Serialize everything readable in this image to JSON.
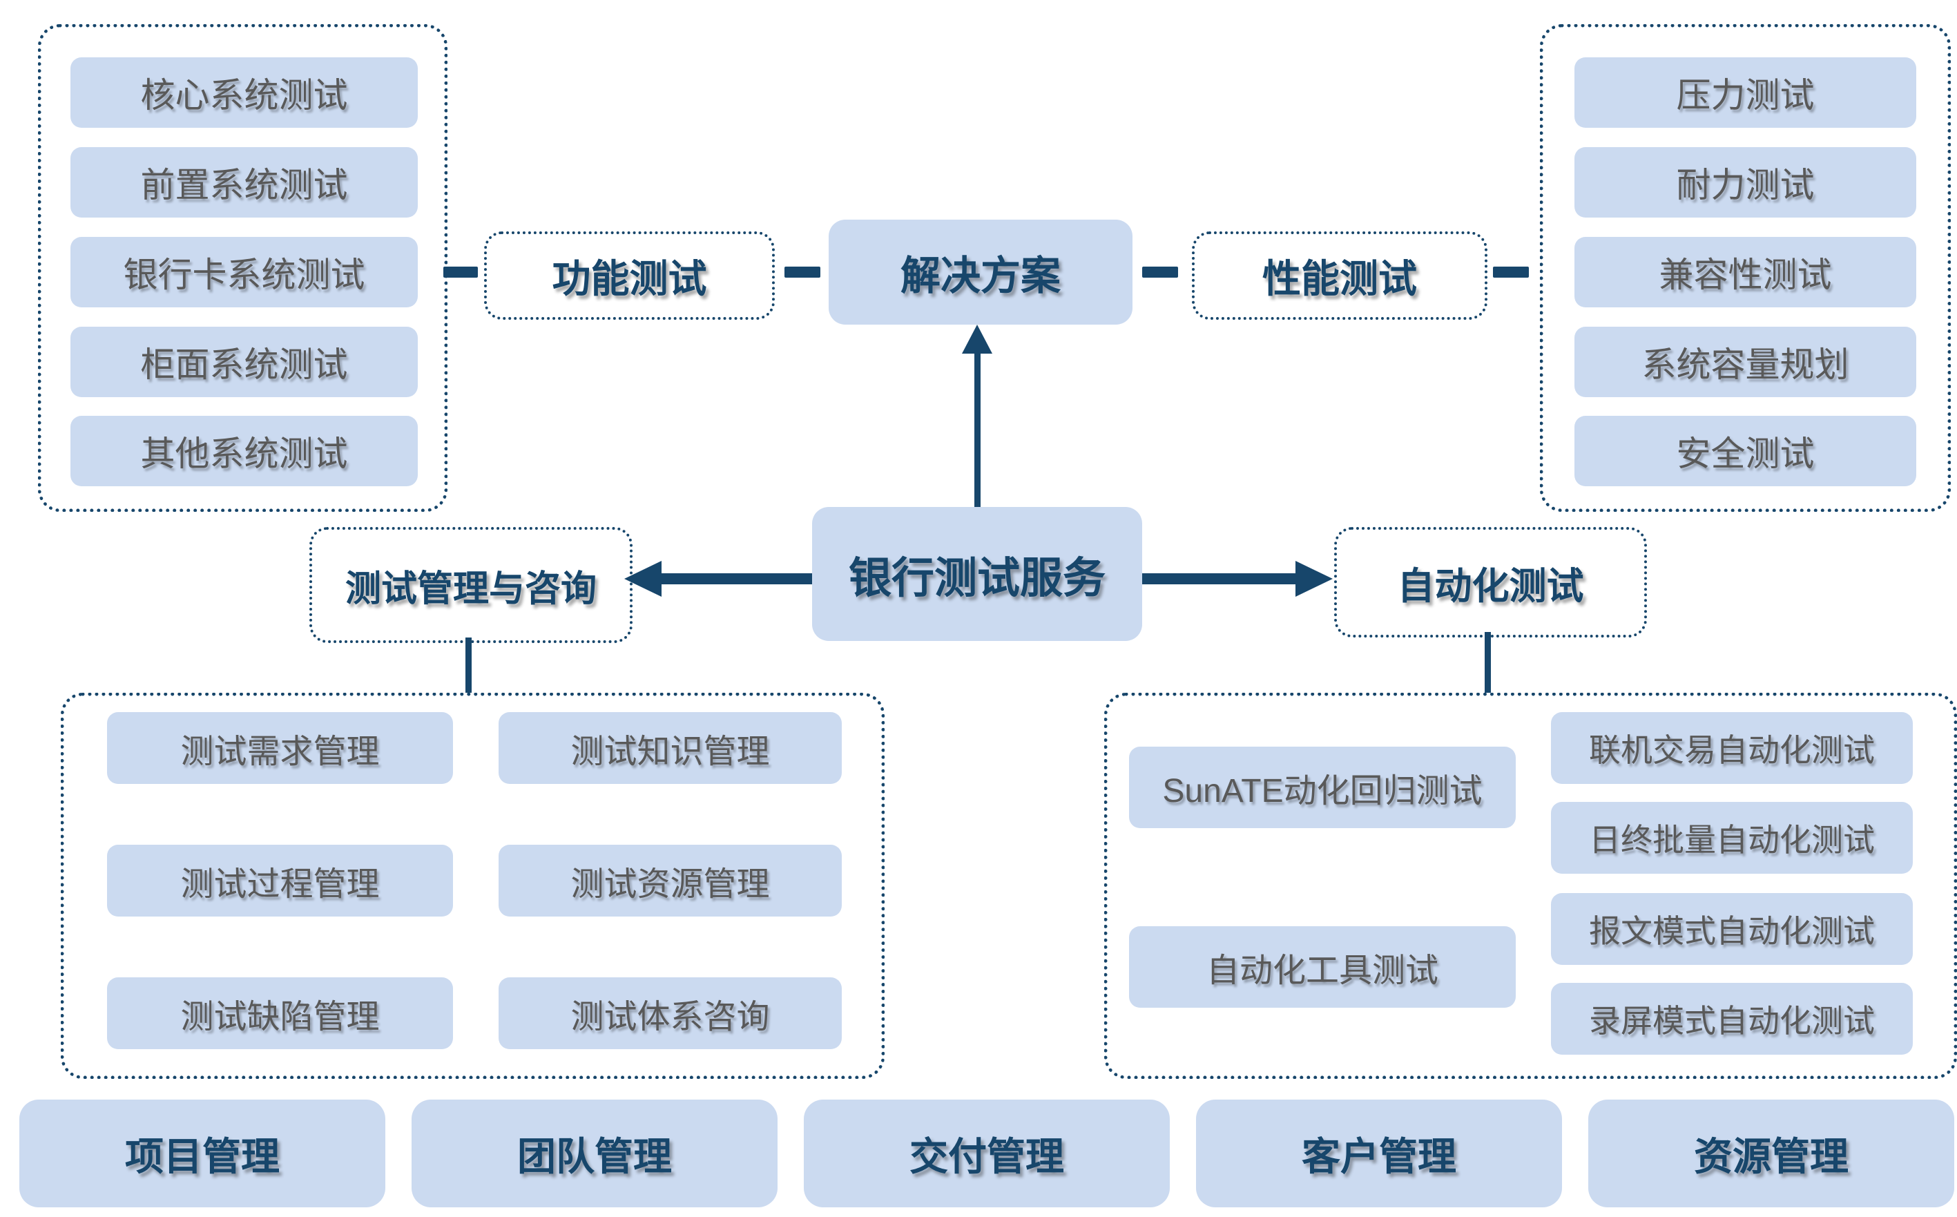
{
  "diagram": {
    "root_label": "银行测试服务",
    "solution_label": "解决方案",
    "functional_label": "功能测试",
    "performance_label": "性能测试",
    "management_label": "测试管理与咨询",
    "automation_label": "自动化测试"
  },
  "functional_items": [
    "核心系统测试",
    "前置系统测试",
    "银行卡系统测试",
    "柜面系统测试",
    "其他系统测试"
  ],
  "performance_items": [
    "压力测试",
    "耐力测试",
    "兼容性测试",
    "系统容量规划",
    "安全测试"
  ],
  "management_items_col1": [
    "测试需求管理",
    "测试过程管理",
    "测试缺陷管理"
  ],
  "management_items_col2": [
    "测试知识管理",
    "测试资源管理",
    "测试体系咨询"
  ],
  "automation_items_left": [
    "SunATE动化回归测试",
    "自动化工具测试"
  ],
  "automation_items_right": [
    "联机交易自动化测试",
    "日终批量自动化测试",
    "报文模式自动化测试",
    "录屏模式自动化测试"
  ],
  "bottom_bar_items": [
    "项目管理",
    "团队管理",
    "交付管理",
    "客户管理",
    "资源管理"
  ],
  "colors": {
    "accent_navy": "#17466b",
    "box_fill": "#cbdaf0",
    "muted_text": "#595959",
    "background": "#ffffff"
  }
}
